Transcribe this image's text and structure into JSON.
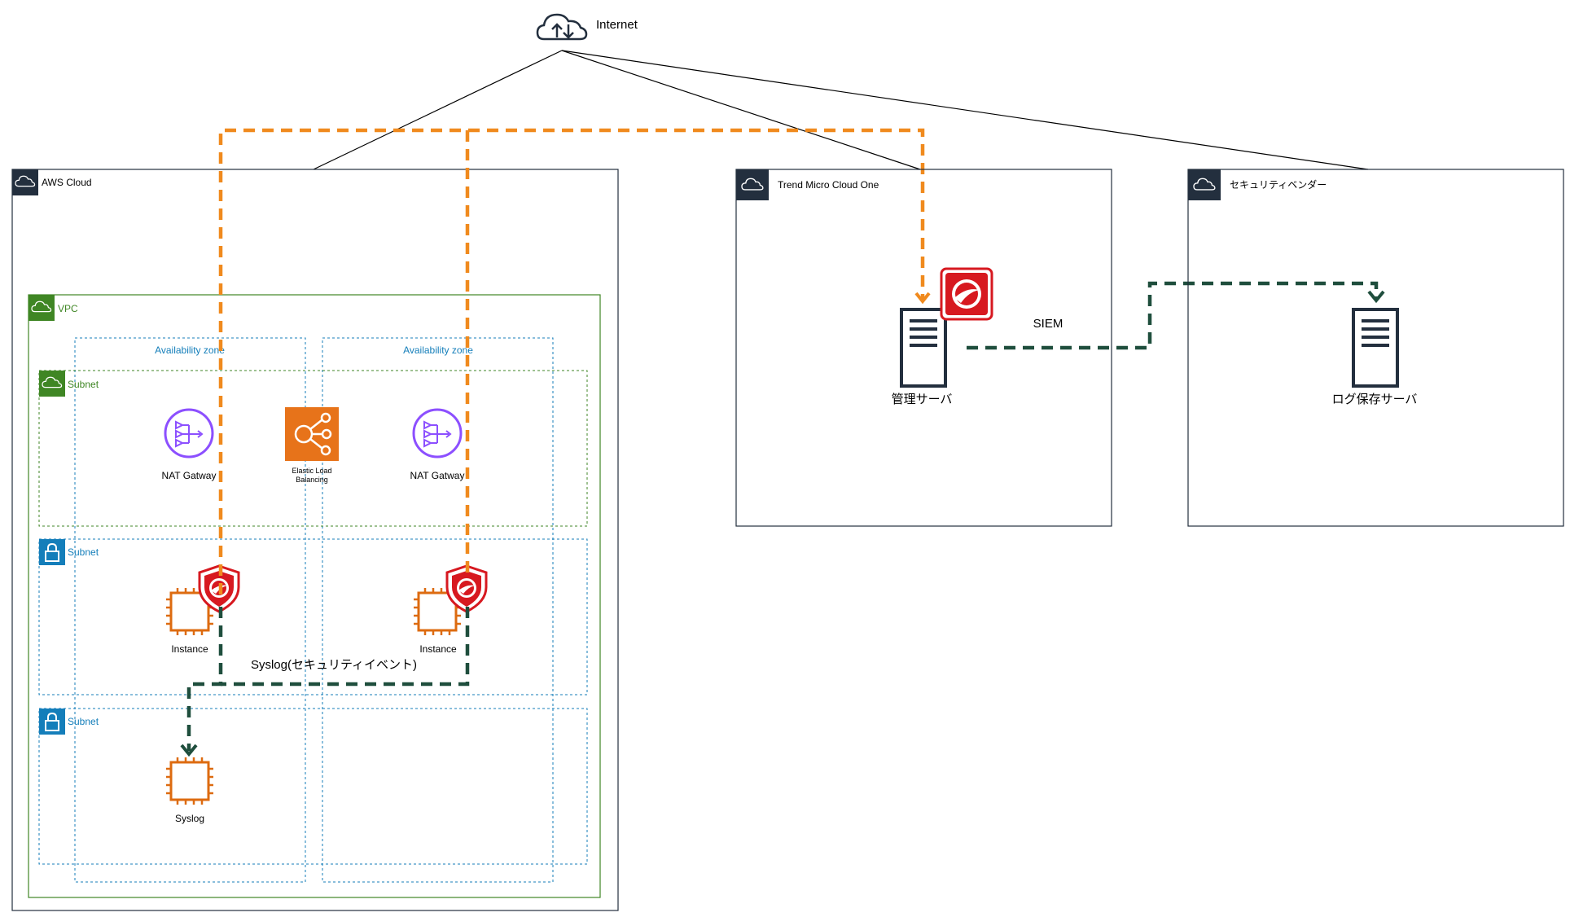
{
  "internet": {
    "label": "Internet"
  },
  "aws": {
    "label": "AWS Cloud",
    "vpc": {
      "label": "VPC"
    },
    "availability_zones": [
      "Availability zone",
      "Availability zone"
    ],
    "subnets": [
      {
        "label": "Subnet",
        "kind": "public"
      },
      {
        "label": "Subnet",
        "kind": "private"
      },
      {
        "label": "Subnet",
        "kind": "private"
      }
    ],
    "nat_gateways": [
      "NAT Gatway",
      "NAT Gatway"
    ],
    "elb": {
      "label_line1": "Elastic Load",
      "label_line2": "Balancing"
    },
    "instances": [
      "Instance",
      "Instance"
    ],
    "syslog_server": {
      "label": "Syslog"
    },
    "syslog_flow_label": "Syslog(セキュリティイベント)"
  },
  "trend": {
    "label": "Trend Micro Cloud One",
    "server_label": "管理サーバ",
    "siem_label": "SIEM"
  },
  "vendor": {
    "label": "セキュリティベンダー",
    "server_label": "ログ保存サーバ"
  },
  "colors": {
    "orange_flow": "#f08a1e",
    "green_flow": "#1f4e3d",
    "aws_dark": "#232f3e",
    "vpc_green": "#3f8624",
    "private_blue": "#147eba",
    "nat_purple": "#8c4fff",
    "ec2_orange": "#dd6b10",
    "trend_red": "#d71920"
  }
}
